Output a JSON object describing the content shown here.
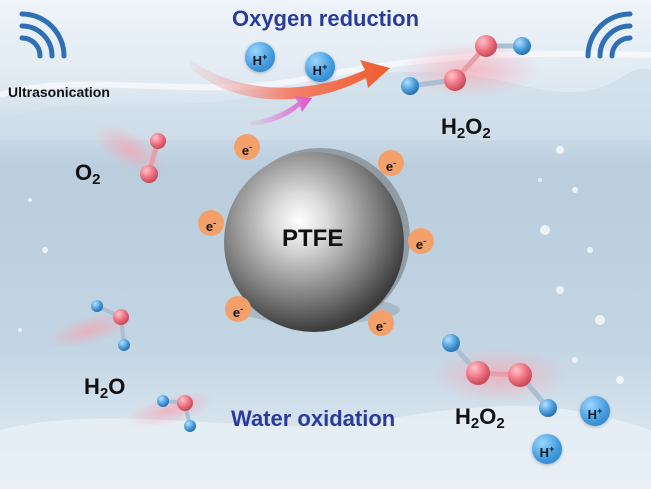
{
  "labels": {
    "oxygen_reduction": "Oxygen reduction",
    "water_oxidation": "Water oxidation",
    "ultrasonication": "Ultrasonication",
    "ptfe": "PTFE",
    "o2": {
      "base": "O",
      "sub": "2"
    },
    "h2o": {
      "h": "H",
      "sub": "2",
      "o": "O"
    },
    "h2o2": {
      "h": "H",
      "sub1": "2",
      "o": "O",
      "sub2": "2"
    },
    "electron": {
      "base": "e",
      "sup": "-"
    },
    "proton": {
      "base": "H",
      "sup": "+"
    }
  },
  "colors": {
    "title_text": "#2a3b9a",
    "oxygen_atom": "#ee6f7e",
    "hydrogen_atom": "#4a9fdc",
    "electron_fill": "#f4a06a",
    "sphere_dark": "#5c5c5c",
    "sphere_light": "#f2f2f2",
    "water_background": "#b8cddc"
  },
  "icons": [
    "sound-wave-icon-left",
    "sound-wave-icon-right",
    "reaction-arrow-large",
    "reaction-arrow-small"
  ]
}
